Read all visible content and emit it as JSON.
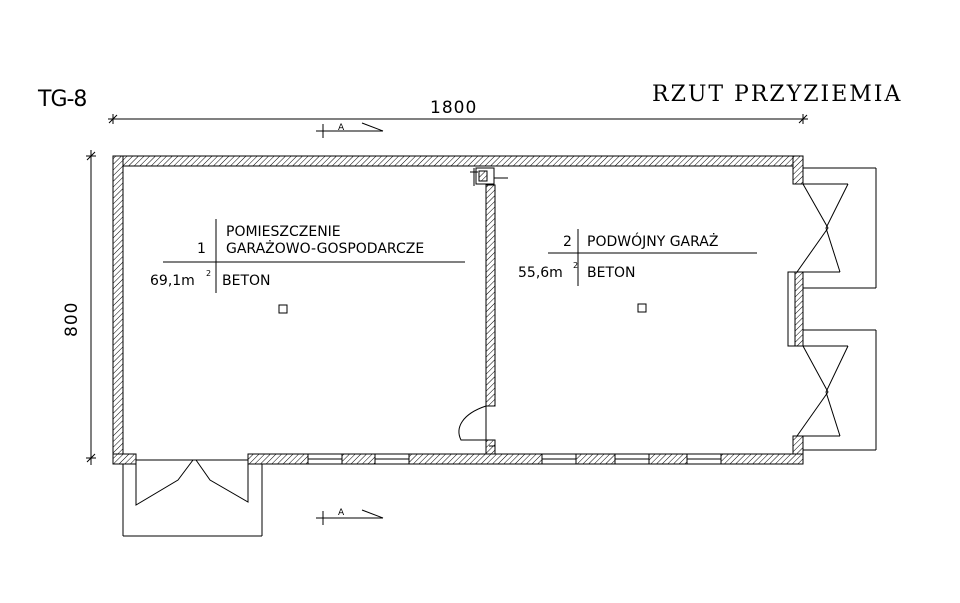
{
  "drawing": {
    "code": "TG-8",
    "title": "RZUT PRZYZIEMIA",
    "dim_width": "1800",
    "dim_height": "800",
    "section_mark": "A"
  },
  "rooms": [
    {
      "number": "1",
      "name_line1": "POMIESZCZENIE",
      "name_line2": "GARAŻOWO-GOSPODARCZE",
      "area": "69,1m",
      "area_unit_sup": "2",
      "floor": "BETON"
    },
    {
      "number": "2",
      "name_line1": "PODWÓJNY GARAŻ",
      "area": "55,6m",
      "area_unit_sup": "2",
      "floor": "BETON"
    }
  ]
}
